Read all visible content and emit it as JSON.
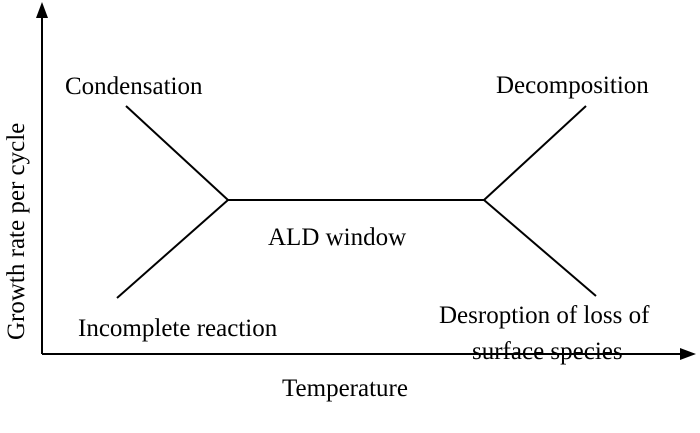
{
  "axes": {
    "x_label": "Temperature",
    "y_label": "Growth rate per cycle"
  },
  "regions": {
    "condensation": "Condensation",
    "decomposition": "Decomposition",
    "ald_window": "ALD window",
    "incomplete_reaction": "Incomplete reaction",
    "desorption_line1": "Desroption of loss of",
    "desorption_line2": "surface species"
  },
  "colors": {
    "line": "#000000",
    "background": "#ffffff"
  }
}
